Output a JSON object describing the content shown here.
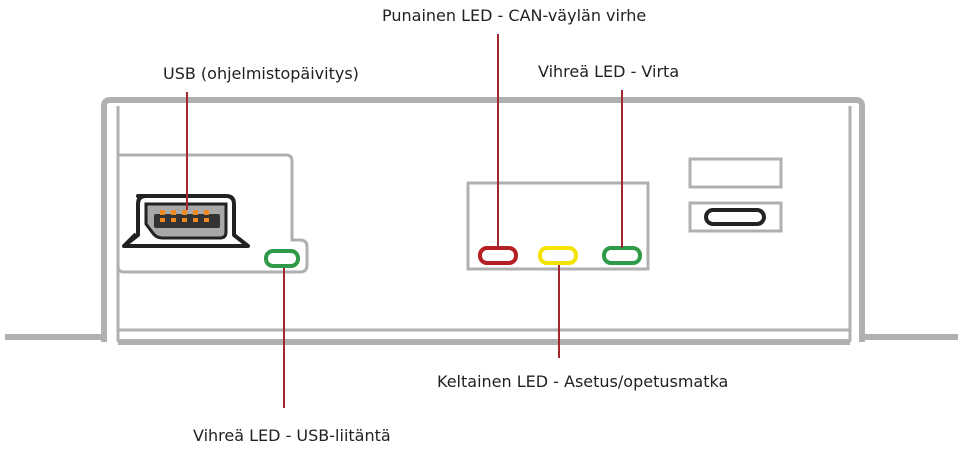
{
  "labels": {
    "red_led": "Punainen LED - CAN-väylän virhe",
    "usb": "USB (ohjelmistopäivitys)",
    "green_power": "Vihreä LED - Virta",
    "yellow_led": "Keltainen LED - Asetus/opetusmatka",
    "green_usb": "Vihreä LED - USB-liitäntä"
  },
  "colors": {
    "housing": "#b0b0b0",
    "leader_line": "#a3272d",
    "led_red": "#b52025",
    "led_yellow": "#f4e300",
    "led_green": "#2f9a47",
    "usb_pins": "#f08a1e"
  },
  "icons": {
    "usb_port": "mini-usb-connector-icon"
  }
}
